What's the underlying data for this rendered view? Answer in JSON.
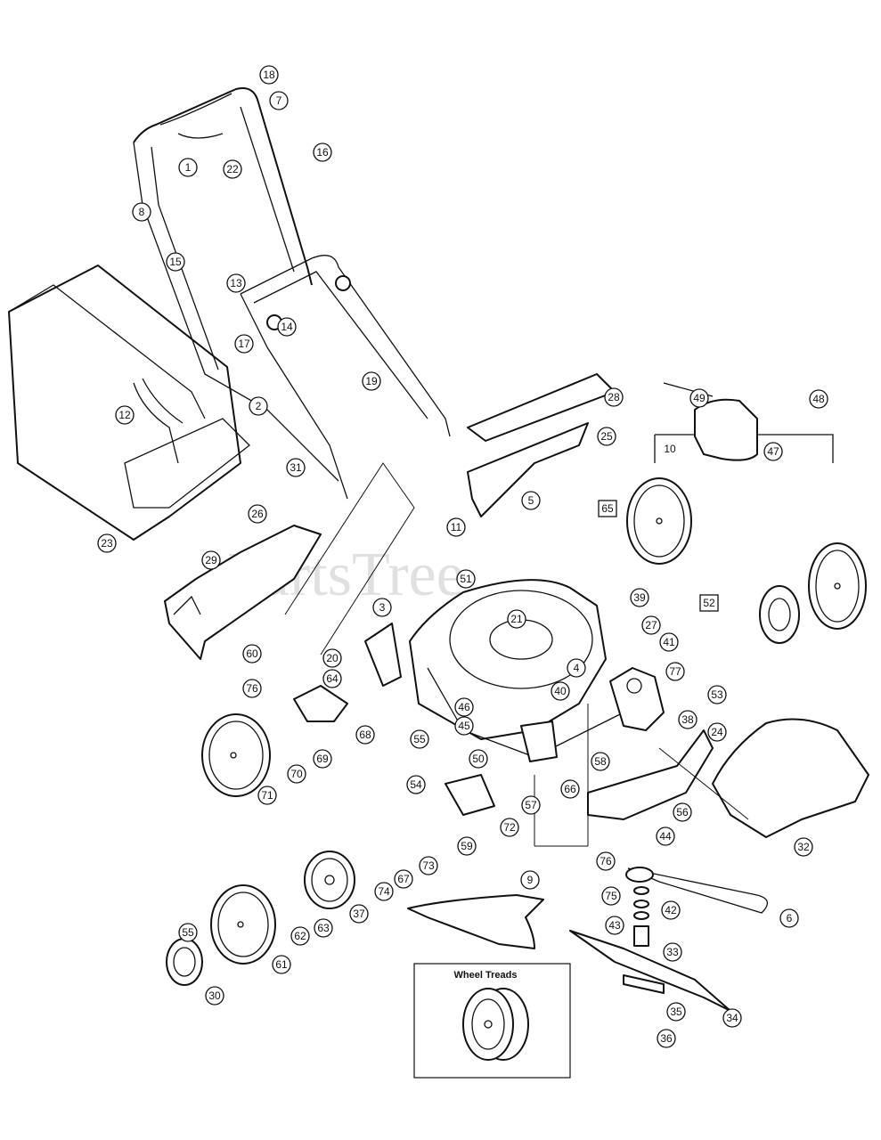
{
  "watermark": "PartsTree",
  "inset": {
    "title": "Wheel Treads"
  },
  "assembly_label": "10",
  "callouts": [
    "18",
    "7",
    "16",
    "1",
    "22",
    "8",
    "15",
    "13",
    "14",
    "17",
    "19",
    "2",
    "12",
    "28",
    "25",
    "23",
    "31",
    "11",
    "5",
    "26",
    "29",
    "65",
    "49",
    "48",
    "47",
    "3",
    "51",
    "39",
    "21",
    "27",
    "41",
    "20",
    "64",
    "40",
    "77",
    "52",
    "53",
    "4",
    "60",
    "76",
    "68",
    "46",
    "45",
    "55",
    "38",
    "24",
    "50",
    "58",
    "69",
    "70",
    "71",
    "66",
    "54",
    "57",
    "72",
    "56",
    "44",
    "76",
    "32",
    "59",
    "73",
    "67",
    "74",
    "37",
    "63",
    "62",
    "55",
    "61",
    "30",
    "9",
    "75",
    "42",
    "43",
    "6",
    "33",
    "35",
    "34",
    "36"
  ]
}
